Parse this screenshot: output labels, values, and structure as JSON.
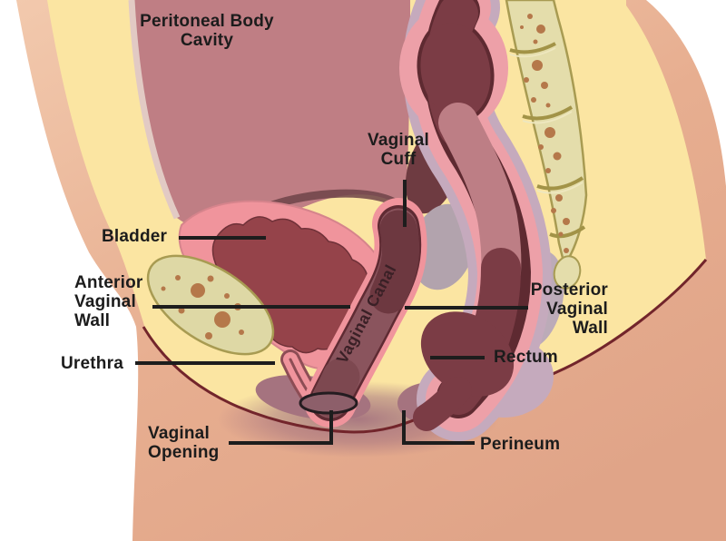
{
  "figure": {
    "type": "anatomical-diagram",
    "subject": "Female pelvic anatomy, midsagittal cross-section",
    "background": "#ffffff"
  },
  "labels": {
    "peritoneal_body_cavity": "Peritoneal Body\nCavity",
    "vaginal_cuff": "Vaginal\nCuff",
    "bladder": "Bladder",
    "anterior_vaginal_wall": "Anterior\nVaginal\nWall",
    "urethra": "Urethra",
    "vaginal_opening": "Vaginal\nOpening",
    "vaginal_canal": "Vaginal Canal",
    "posterior_vaginal_wall": "Posterior\nVaginal\nWall",
    "rectum": "Rectum",
    "perineum": "Perineum"
  },
  "palette": {
    "skin_light": "#f2c9ad",
    "skin": "#e0a488",
    "fat_yellow": "#fbe5a2",
    "peritoneal_cavity_rose": "#bf7e84",
    "cavity_rim_pale": "#e2cac4",
    "organ_pink": "#f0949c",
    "bladder_interior": "#95434a",
    "vaginal_canal_interior": "#8a545d",
    "rectum_wall_pink": "#eda0a8",
    "rectum_outer_lavender": "#c5aabd",
    "rectum_interior_dark": "#7b3c45",
    "rectum_interior_mid": "#bd7e85",
    "bone_beige": "#e4ddab",
    "bone_outline": "#a89b52",
    "bone_dots_brown": "#b5784a",
    "vulva_mauve": "#a5737f",
    "body_fold_line": "#72252b",
    "label_text": "#1c1c1c",
    "leader_line": "#1d1d1d"
  }
}
